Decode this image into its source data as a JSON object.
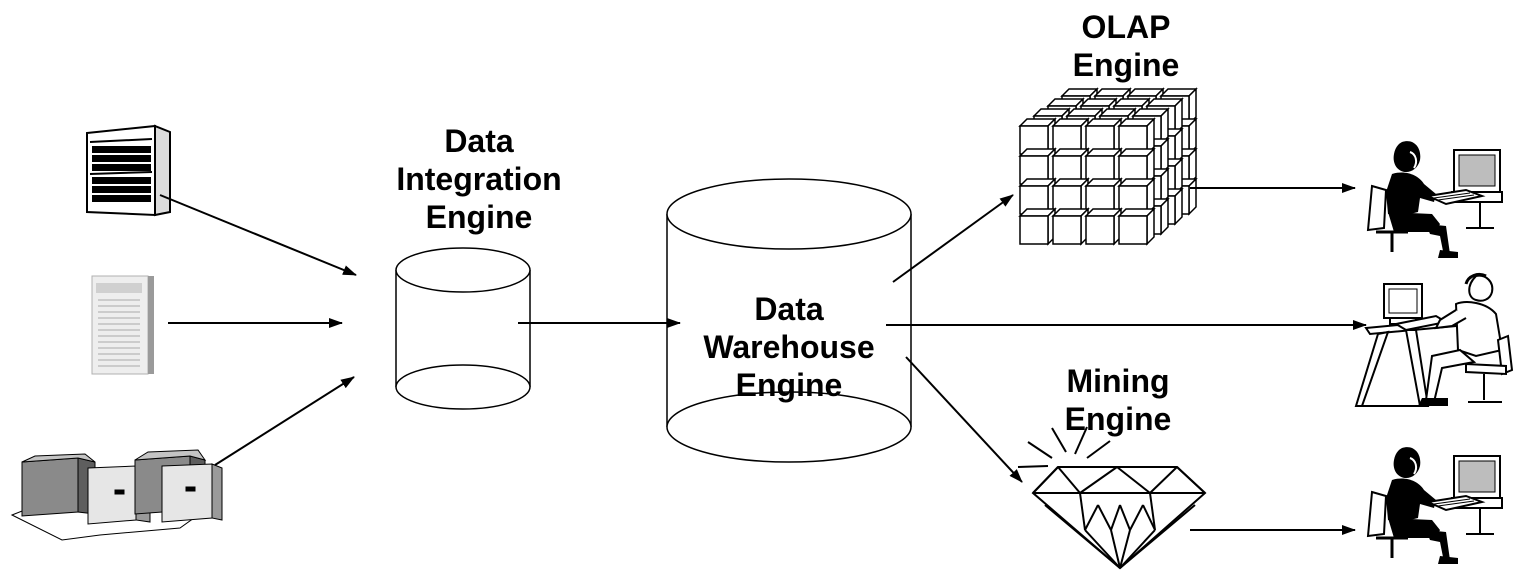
{
  "labels": {
    "integration": [
      "Data",
      "Integration",
      "Engine"
    ],
    "warehouse": [
      "Data",
      "Warehouse",
      "Engine"
    ],
    "olap": [
      "OLAP",
      "Engine"
    ],
    "mining": [
      "Mining",
      "Engine"
    ]
  },
  "colors": {
    "stroke": "#000000",
    "fill": "#ffffff",
    "server_gray": "#c8c8c8",
    "server_dark": "#7a7a7a"
  },
  "icons": {
    "sources": [
      "rack-server-icon",
      "tower-server-icon",
      "mainframe-icon"
    ],
    "olap": "olap-cube-icon",
    "mining": "diamond-icon",
    "users": [
      "user-at-workstation-icon",
      "analyst-at-desk-icon",
      "user-at-workstation-icon"
    ]
  }
}
